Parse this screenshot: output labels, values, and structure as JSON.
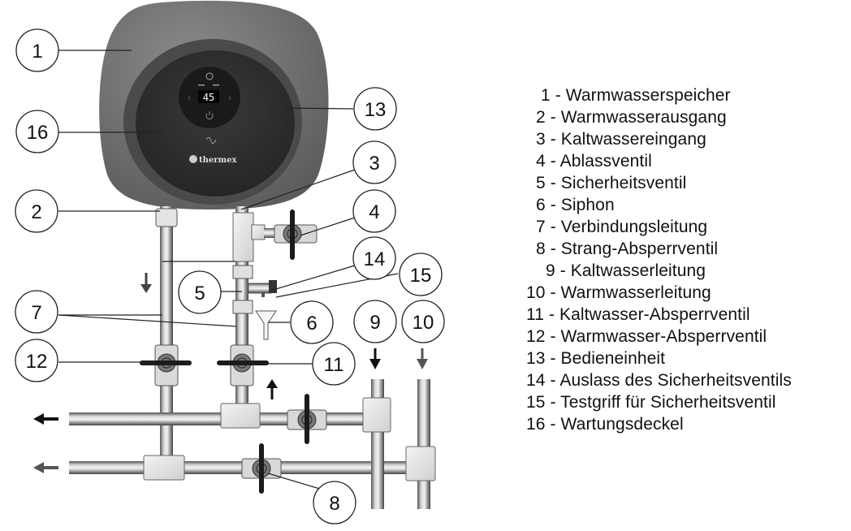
{
  "diagram": {
    "title": "Thermex water heater installation diagram",
    "device": {
      "display_value": "45",
      "brand": "thermex",
      "brand_icon": "thermex-logo-icon",
      "icons": [
        "settings-icon",
        "chevron-left-icon",
        "chevron-right-icon",
        "power-icon"
      ]
    },
    "callouts": [
      {
        "number": "1"
      },
      {
        "number": "2"
      },
      {
        "number": "3"
      },
      {
        "number": "4"
      },
      {
        "number": "5"
      },
      {
        "number": "6"
      },
      {
        "number": "7"
      },
      {
        "number": "8"
      },
      {
        "number": "9"
      },
      {
        "number": "10"
      },
      {
        "number": "11"
      },
      {
        "number": "12"
      },
      {
        "number": "13"
      },
      {
        "number": "14"
      },
      {
        "number": "15"
      },
      {
        "number": "16"
      }
    ],
    "flow_arrows": [
      {
        "icon": "arrow-down-icon",
        "meaning": "hot water downflow"
      },
      {
        "icon": "arrow-up-icon",
        "meaning": "cold water upflow"
      },
      {
        "icon": "arrow-left-icon",
        "meaning": "cold outlet"
      },
      {
        "icon": "arrow-left-icon",
        "meaning": "hot outlet"
      },
      {
        "icon": "arrow-down-icon",
        "meaning": "cold supply 9"
      },
      {
        "icon": "arrow-down-icon",
        "meaning": "hot supply 10"
      }
    ]
  },
  "legend": {
    "items": [
      {
        "num": "1",
        "label": "Warmwasserspeicher"
      },
      {
        "num": "2",
        "label": "Warmwasserausgang"
      },
      {
        "num": "3",
        "label": "Kaltwassereingang"
      },
      {
        "num": "4",
        "label": "Ablassventil"
      },
      {
        "num": "5",
        "label": "Sicherheitsventil"
      },
      {
        "num": "6",
        "label": "Siphon"
      },
      {
        "num": "7",
        "label": "Verbindungsleitung"
      },
      {
        "num": "8",
        "label": "Strang-Absperrventil"
      },
      {
        "num": "9",
        "label": "Kaltwasserleitung"
      },
      {
        "num": "10",
        "label": "Warmwasserleitung"
      },
      {
        "num": "11",
        "label": "Kaltwasser-Absperrventil"
      },
      {
        "num": "12",
        "label": "Warmwasser-Absperrventil"
      },
      {
        "num": "13",
        "label": "Bedieneinheit"
      },
      {
        "num": "14",
        "label": "Auslass des Sicherheitsventils"
      },
      {
        "num": "15",
        "label": "Testgriff für Sicherheitsventil"
      },
      {
        "num": "16",
        "label": "Wartungsdeckel"
      }
    ],
    "separator": " - "
  }
}
